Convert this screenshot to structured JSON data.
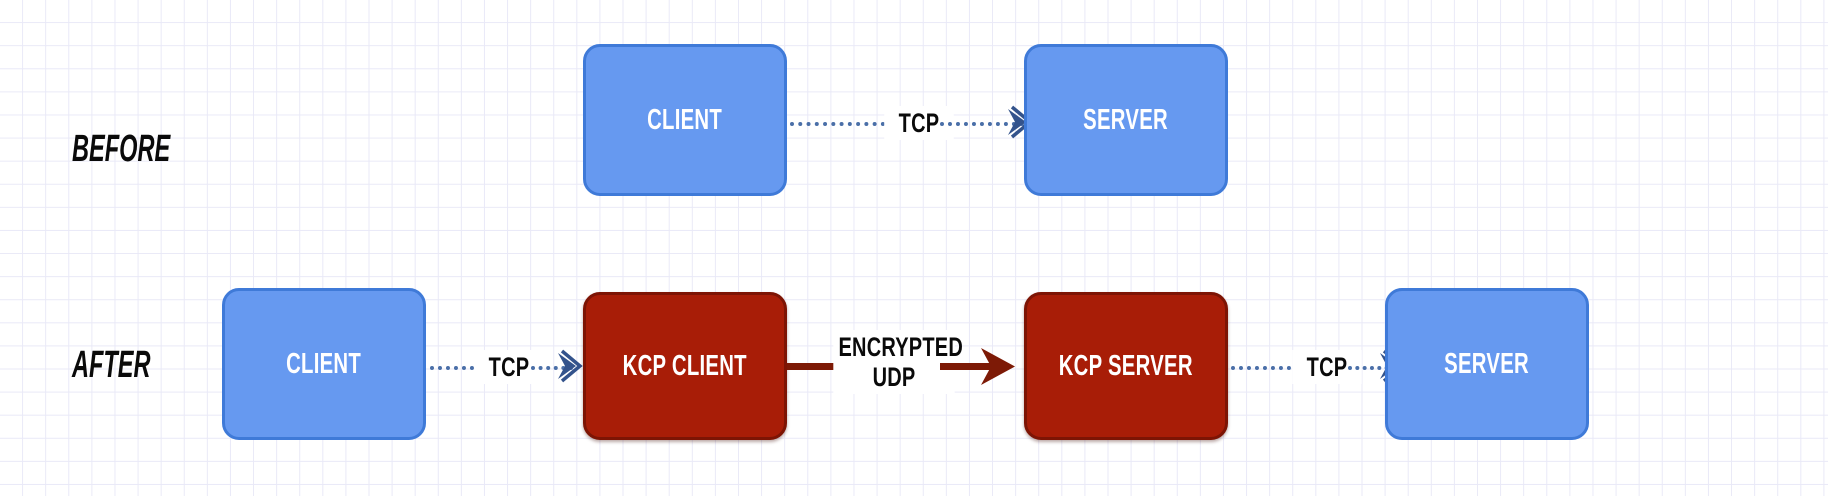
{
  "diagram": {
    "title_rows": [
      {
        "label": "BEFORE"
      },
      {
        "label": "AFTER"
      }
    ],
    "colors": {
      "blue_fill": "#6699F0",
      "blue_stroke": "#3F7AD8",
      "red_fill": "#A81D07",
      "red_stroke": "#7D1404",
      "tcp_line": "#4A6FA8",
      "udp_line": "#7D1A06",
      "grid": "#E9E9F7",
      "background": "#FFFFFF",
      "text_dark": "#0A0A0A",
      "text_light": "#FFFFFF"
    },
    "before": {
      "row_label": "BEFORE",
      "nodes": [
        {
          "id": "before-client",
          "label": "CLIENT",
          "kind": "blue"
        },
        {
          "id": "before-server",
          "label": "SERVER",
          "kind": "blue"
        }
      ],
      "connectors": [
        {
          "id": "before-tcp",
          "label": "TCP",
          "style": "dotted",
          "arrow": "chevron"
        }
      ]
    },
    "after": {
      "row_label": "AFTER",
      "nodes": [
        {
          "id": "after-client",
          "label": "CLIENT",
          "kind": "blue"
        },
        {
          "id": "after-kcp-client",
          "label": "KCP CLIENT",
          "kind": "red"
        },
        {
          "id": "after-kcp-server",
          "label": "KCP SERVER",
          "kind": "red"
        },
        {
          "id": "after-server",
          "label": "SERVER",
          "kind": "blue"
        }
      ],
      "connectors": [
        {
          "id": "after-tcp-left",
          "label": "TCP",
          "style": "dotted",
          "arrow": "chevron"
        },
        {
          "id": "after-udp",
          "label_line1": "ENCRYPTED",
          "label_line2": "UDP",
          "style": "solid",
          "arrow": "filled"
        },
        {
          "id": "after-tcp-right",
          "label": "TCP",
          "style": "dotted",
          "arrow": "chevron"
        }
      ]
    }
  }
}
